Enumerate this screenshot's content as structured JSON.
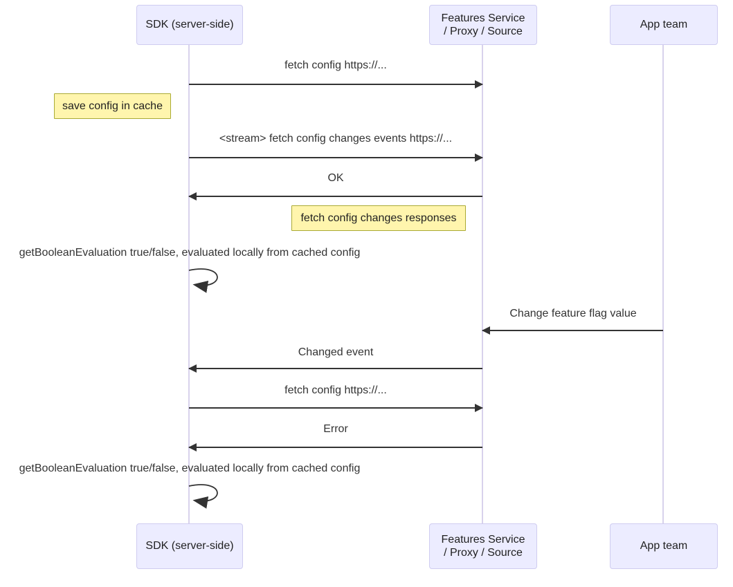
{
  "diagram": {
    "type": "sequence-diagram",
    "background": "#FFFFFF",
    "actors": [
      {
        "id": "sdk",
        "label": "SDK (server-side)"
      },
      {
        "id": "features",
        "label": "Features Service\n/ Proxy / Source"
      },
      {
        "id": "app_team",
        "label": "App team"
      }
    ],
    "events": [
      {
        "kind": "message",
        "from": "sdk",
        "to": "features",
        "direction": "right",
        "label": "fetch config https://..."
      },
      {
        "kind": "note",
        "anchor": "left-of-sdk",
        "label": "save config in cache"
      },
      {
        "kind": "message",
        "from": "sdk",
        "to": "features",
        "direction": "right",
        "label": "<stream> fetch config changes events https://..."
      },
      {
        "kind": "message",
        "from": "features",
        "to": "sdk",
        "direction": "left",
        "label": "OK"
      },
      {
        "kind": "note",
        "anchor": "left-of-features",
        "label": "fetch config changes responses"
      },
      {
        "kind": "self-message",
        "actor": "sdk",
        "label": "getBooleanEvaluation true/false, evaluated locally from cached config"
      },
      {
        "kind": "message",
        "from": "app_team",
        "to": "features",
        "direction": "left",
        "label": "Change feature flag value"
      },
      {
        "kind": "message",
        "from": "features",
        "to": "sdk",
        "direction": "left",
        "label": "Changed event"
      },
      {
        "kind": "message",
        "from": "sdk",
        "to": "features",
        "direction": "right",
        "label": "fetch config https://..."
      },
      {
        "kind": "message",
        "from": "features",
        "to": "sdk",
        "direction": "left",
        "label": "Error"
      },
      {
        "kind": "self-message",
        "actor": "sdk",
        "label": "getBooleanEvaluation true/false, evaluated locally from cached config"
      }
    ],
    "colors": {
      "actor_fill": "#ECECFF",
      "actor_border": "#CFCCF0",
      "lifeline": "#D8D2EC",
      "note_fill": "#FFF5AD",
      "note_border": "#AAAA33",
      "arrow": "#333333",
      "text": "#333333"
    }
  }
}
